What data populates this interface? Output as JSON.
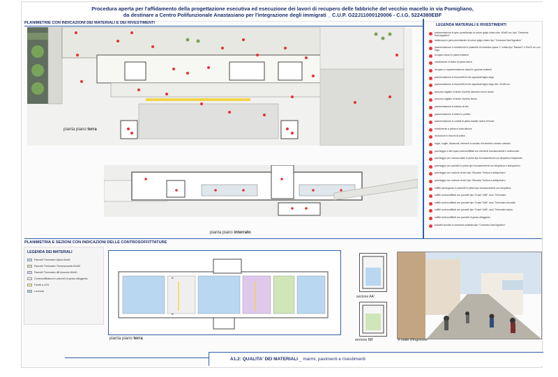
{
  "header": {
    "line1": "Procedura aperta per l'affidamento della progettazione esecutiva ed esecuzione dei lavori di recupero delle fabbriche del vecchio macello in via Pomigliano,",
    "line2": "da destinare a Centro Polifunzionale Anastasiano per l'integrazione degli immigrati _ C.U.P. G22J11000120006 - C.I.G. 5224380EBF"
  },
  "sections": {
    "plans_title": "PLANIMETRIE CON INDICAZIONI DEI MATERIALI E DEI RIVESTIMENTI",
    "ceiling_title": "PLANIMETRIA E SEZIONI CON INDICAZIONI DELLE CONTROSOFFITTATURE"
  },
  "labels": {
    "ground_floor_prefix": "pianta piano ",
    "ground_floor_word": "terra",
    "basement_prefix": "pianta piano ",
    "basement_word": "interrato",
    "ceiling_plan_prefix": "pianta piano ",
    "ceiling_plan_word": "terra",
    "section_aa": "sezione AA'",
    "section_bb": "sezione BB'",
    "entrance_view": "il viale d'ingresso"
  },
  "legend": {
    "title": "LEGENDA MATERIALI E RIVESTIMENTI",
    "items": [
      "pavimentazione in gres porcellanato di colore grigio chiaro dim. 60x60 cm, tipo \"Ceramica Sant'Agostino\"",
      "battiscopa in gres porcellanato di colore grigio chiaro tipo \"Ceramica Sant'Agostino\"",
      "pavimentazione e rivestimenti in piastrelle di ceramica opaca 1° scelta tipo \"Marazzi\" e 20x20 cm con fuga",
      "recupero lavori in pietra esistenti",
      "rivestimento in lastre di pietra lavica",
      "recupero e ripavimentazione basoli in gomma esistenti",
      "pavimentazione in blocchetti di tufo squadrati taglio sega",
      "pavimentazione in blocchetti di tufo squadrati taglio sega dim. 20x60 cm",
      "percorso tagliato in lastre di pietra calcarea colore avorio",
      "percorso tagliato in lastre di pietra lavica",
      "pavimentazione in battuto di tufo",
      "pavimentazione in lastre in porfido",
      "pavimentazione in cubetti di pietra basalto lavica di fiume",
      "rivestimento a pittura a tutta altezza",
      "recinzione in blocchi di pietra",
      "bagni, soglie, davanzali, elementi in acciaio di travertino romano classico",
      "parcheggio e altri spazi controsoffittati con elementi fonoassorbenti e antincendio",
      "parcheggio con cannocchiale in pietra tipo fonoassorbenti con idropittura traspirante",
      "parcheggio con pannelli in pietra tipo fonoassorbenti con idropittura e antispolvero",
      "parcheggio con sezione di tufo tipo \"Mosaico\" finitura e antispolvero",
      "parcheggio con sezione di tufo tipo \"Mosaico\" finitura e antispolvero",
      "soffitti cartongesso in pannelli in pietra tipo fonoassorbenti con idropittura",
      "soffitti controsoffittati con pannelli tipo \"Knauf\" AMF, mod. Thermatex",
      "soffitti controsoffittati con pannelli tipo \"Knauf\" AMF, mod. Thermatex Acoustic",
      "soffitti controsoffittati con pannelli tipo \"Knauf\" AMF, mod. Thermatex alpha",
      "soffitti controsoffittati con pannelli di gesso alleggerito",
      "pannelli acustici in ceramica smaltata tipo \"Ceramica Sant'Agostino\""
    ]
  },
  "materials_legend": {
    "title": "LEGENDA DEI MATERIALI",
    "items": [
      {
        "label": "Pannelli Thermatex Alpha 60x60",
        "color": "#b9d7f0"
      },
      {
        "label": "Pannelli Thermatex Thermacoustic 60x60",
        "color": "#cfe6b8"
      },
      {
        "label": "Pannelli Thermatex dB Acoustic 60x60",
        "color": "#e0c8ec"
      },
      {
        "label": "Controsoffittatura in pannelli di gesso alleggerito",
        "color": "#efefef"
      },
      {
        "label": "Faretti a LED",
        "color": "#f7ef8a"
      },
      {
        "label": "Lucernai",
        "color": "#9ed0d8"
      }
    ]
  },
  "footer": {
    "code": "A1.2: QUALITA' DEI MATERIALI",
    "subtitle": " _ marmi, pavimenti e rivestimenti"
  },
  "colors": {
    "title_blue": "#1c2e6d",
    "rule_blue": "#2f5ea8",
    "marker_red": "#e33333"
  }
}
